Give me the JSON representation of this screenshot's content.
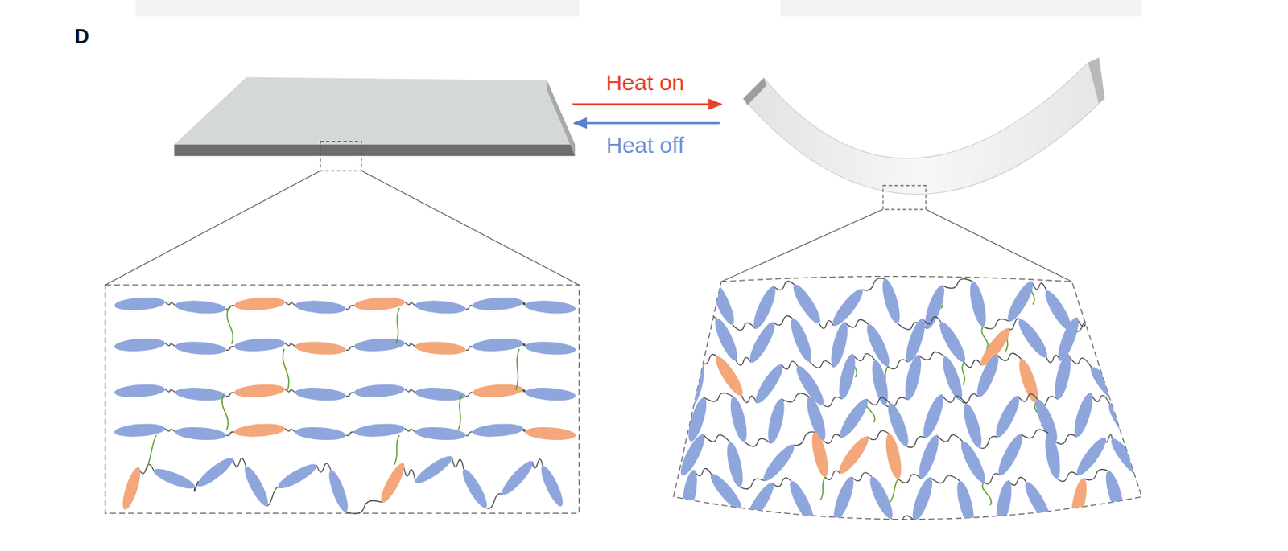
{
  "diagram": {
    "labels": [
      "D",
      "Heat on",
      "Heat off"
    ]
  }
}
